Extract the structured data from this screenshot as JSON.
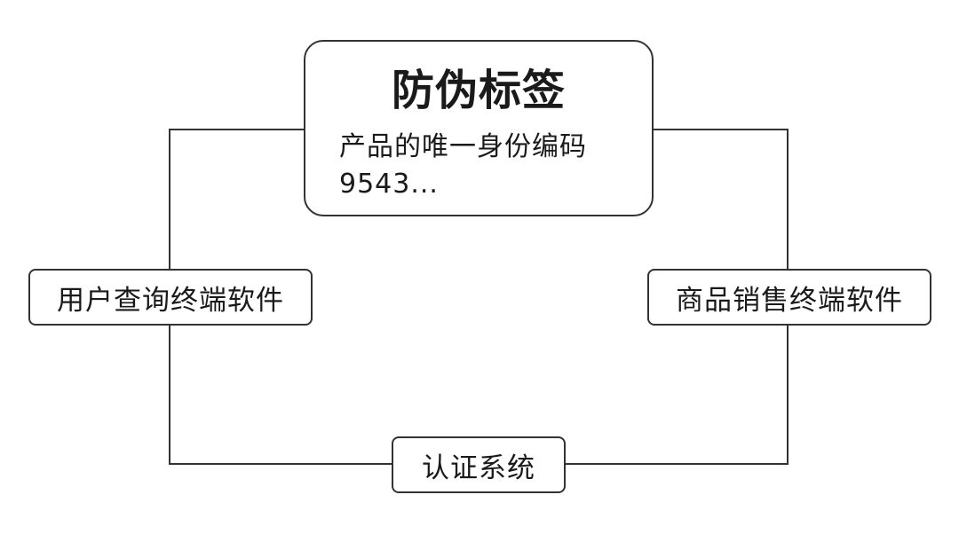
{
  "nodes": {
    "anti_counterfeit_label": {
      "title": "防伪标签",
      "line1": "产品的唯一身份编码",
      "line2": "9543..."
    },
    "user_query_terminal": {
      "label": "用户查询终端软件"
    },
    "sales_terminal": {
      "label": "商品销售终端软件"
    },
    "authentication_system": {
      "label": "认证系统"
    }
  },
  "colors": {
    "stroke": "#333333",
    "text": "#1a1a1a",
    "background": "#ffffff"
  }
}
